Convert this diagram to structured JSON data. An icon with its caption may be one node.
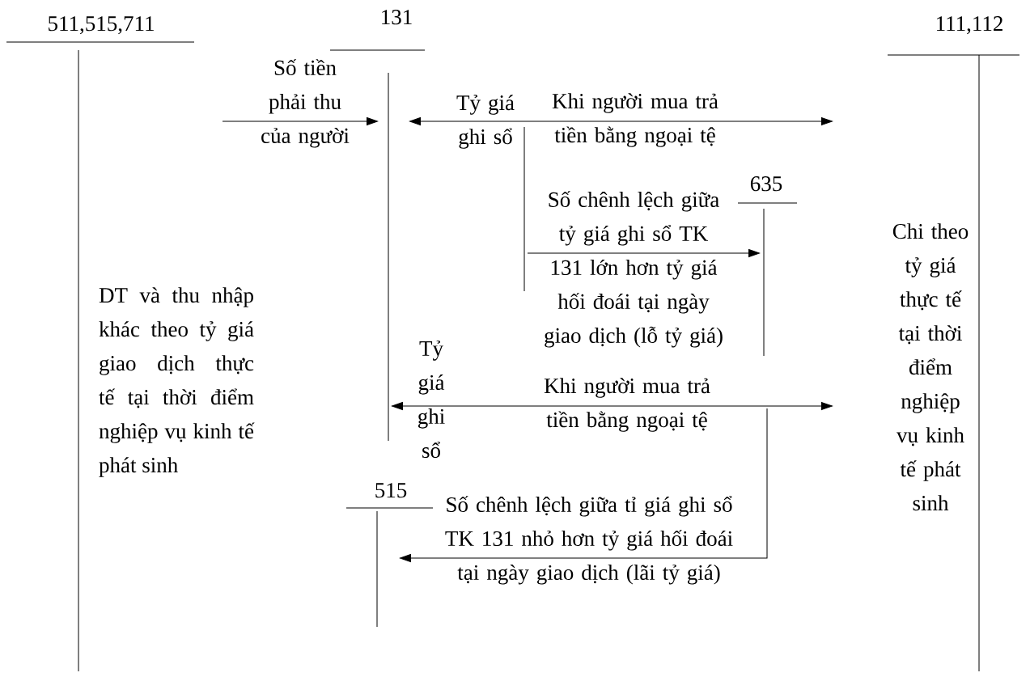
{
  "diagram": {
    "nodes": [
      {
        "text": [
          "511,515,711"
        ]
      },
      {
        "text": [
          "131"
        ]
      },
      {
        "text": [
          "111,112"
        ]
      },
      {
        "text": [
          "635"
        ]
      },
      {
        "text": [
          "515"
        ]
      }
    ],
    "edges": [
      {
        "from": 0,
        "to": 1,
        "arrow": "to",
        "label": "Số tiền phải thu của người"
      },
      {
        "from": 1,
        "to": null,
        "arrow": "both",
        "label": "Khi người mua trả tiền bằng ngoại tệ"
      },
      {
        "from": null,
        "to": 3,
        "arrow": "to",
        "label": "Số chênh lệch giữa tỷ giá ghi sổ TK 131 lớn hơn tỷ giá hối đoái tại ngày giao dịch (lỗ tỷ giá)"
      },
      {
        "from": 1,
        "to": null,
        "arrow": "both",
        "label": "Khi người mua trả tiền bằng ngoại tệ"
      },
      {
        "from": null,
        "to": 4,
        "arrow": "to",
        "label": "Số chênh lệch giữa tỉ giá ghi sổ TK 131 nhỏ hơn tỷ giá hối đoái tại ngày giao dịch (lãi tỷ giá)"
      }
    ],
    "labels": [
      "Tỷ giá ghi sổ",
      "Chi theo tỷ giá thực tế tại thời điểm nghiệp vụ kinh tế phát sinh",
      "DT và thu nhập khác theo tỷ giá giao dịch thực tế tại thời điểm nghiệp vụ kinh tế phát sinh",
      "Tỷ giá ghi sổ"
    ]
  }
}
